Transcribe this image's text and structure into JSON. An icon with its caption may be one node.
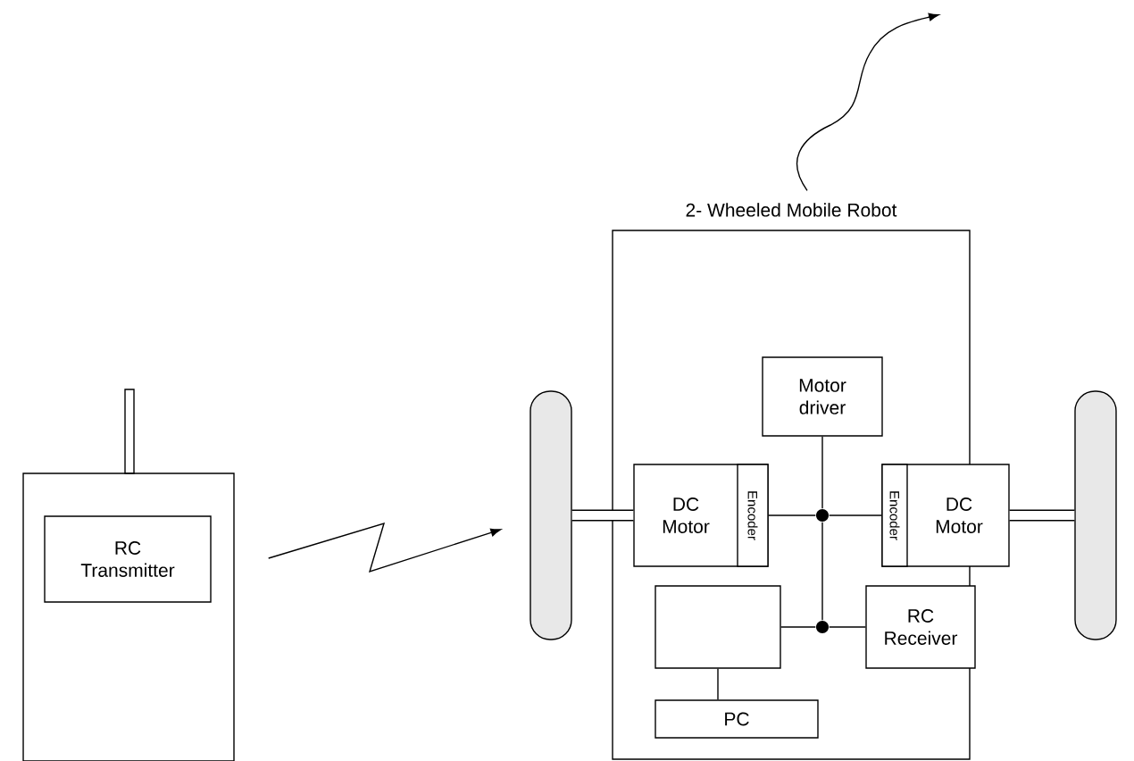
{
  "diagram": {
    "nodes": [
      {
        "text": [
          "2- Wheeled Mobile Robot"
        ]
      },
      {
        "text": [],
        "shape": "box"
      },
      {
        "text": [
          "RC Transmitter"
        ],
        "in": 1
      },
      {
        "text": [],
        "shape": "wheel"
      },
      {
        "text": [],
        "shape": "wheel"
      },
      {
        "text": [
          "Motor driver"
        ],
        "in": 0
      },
      {
        "text": [
          "DC Motor"
        ],
        "in": 0
      },
      {
        "text": [
          "Encoder"
        ],
        "in": 6
      },
      {
        "text": [
          "DC Motor"
        ]
      },
      {
        "text": [
          "Encoder"
        ]
      },
      {
        "text": [],
        "shape": "box",
        "in": 0
      },
      {
        "text": [
          "RC Receiver"
        ],
        "in": 0
      },
      {
        "text": [
          "PC"
        ],
        "in": 0
      },
      {
        "text": [],
        "shape": "circle",
        "in": 0
      },
      {
        "text": [],
        "shape": "circle",
        "in": 0
      }
    ],
    "edges": [
      {
        "from": 7,
        "to": 13,
        "arrow": "none"
      },
      {
        "from": 13,
        "to": 9,
        "arrow": "none"
      },
      {
        "from": 5,
        "to": 13,
        "arrow": "none"
      },
      {
        "from": 13,
        "to": 14,
        "arrow": "none"
      },
      {
        "from": 10,
        "to": 14,
        "arrow": "none"
      },
      {
        "from": 14,
        "to": 11,
        "arrow": "none"
      },
      {
        "from": 10,
        "to": 12,
        "arrow": "none"
      },
      {
        "from": 3,
        "to": 6,
        "arrow": "none",
        "style": "thick"
      },
      {
        "from": 8,
        "to": 4,
        "arrow": "none",
        "style": "thick"
      },
      {
        "from": 1,
        "to": 3,
        "arrow": "to"
      },
      {
        "from": 0,
        "to": null,
        "arrow": "to"
      }
    ]
  }
}
